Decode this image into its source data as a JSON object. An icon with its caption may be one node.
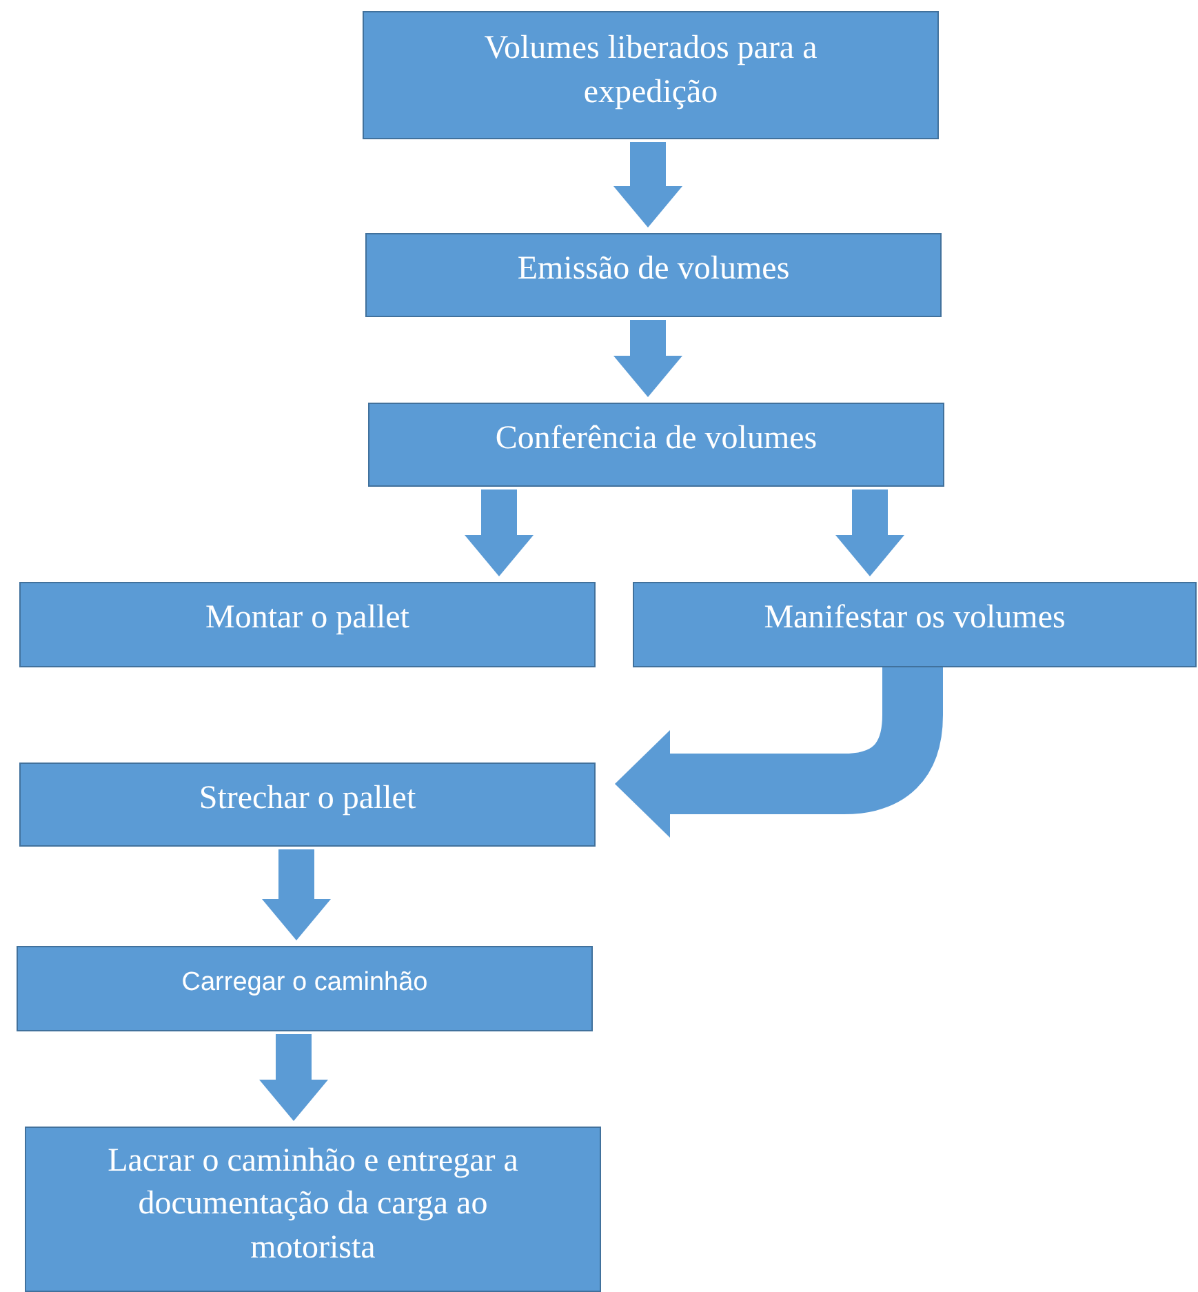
{
  "diagram": {
    "nodes": [
      {
        "text": [
          "Volumes liberados para a expedição"
        ]
      },
      {
        "text": [
          "Emissão de volumes"
        ]
      },
      {
        "text": [
          "Conferência de volumes"
        ]
      },
      {
        "text": [
          "Montar o pallet"
        ]
      },
      {
        "text": [
          "Manifestar os volumes"
        ]
      },
      {
        "text": [
          "Strechar o pallet"
        ]
      },
      {
        "text": [
          "Carregar o caminhão"
        ]
      },
      {
        "text": [
          "Lacrar o caminhão e entregar a documentação da carga ao motorista"
        ]
      }
    ],
    "edges": [
      {
        "from": 0,
        "to": 1,
        "arrow": "to"
      },
      {
        "from": 1,
        "to": 2,
        "arrow": "to"
      },
      {
        "from": 2,
        "to": 3,
        "arrow": "to"
      },
      {
        "from": 2,
        "to": 4,
        "arrow": "to"
      },
      {
        "from": 4,
        "to": 5,
        "arrow": "to"
      },
      {
        "from": 5,
        "to": 6,
        "arrow": "to"
      },
      {
        "from": 6,
        "to": 7,
        "arrow": "to"
      }
    ]
  }
}
